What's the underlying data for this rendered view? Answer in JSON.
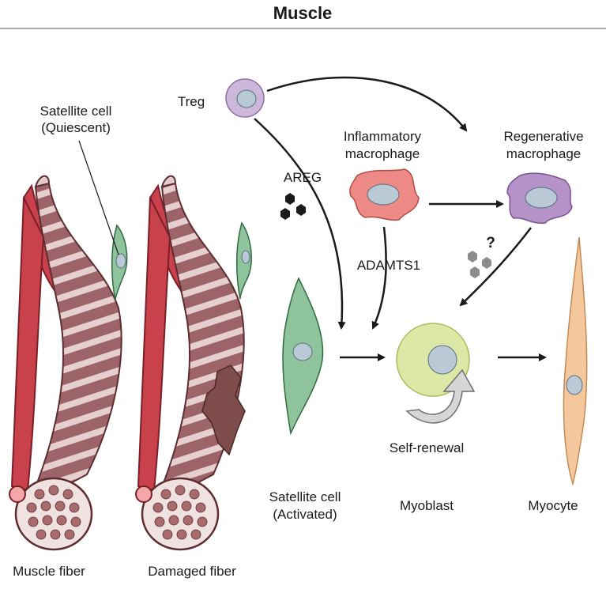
{
  "title": "Muscle",
  "labels": {
    "satellite_quiescent_1": "Satellite cell",
    "satellite_quiescent_2": "(Quiescent)",
    "treg": "Treg",
    "areg": "AREG",
    "inflammatory_1": "Inflammatory",
    "inflammatory_2": "macrophage",
    "regenerative_1": "Regenerative",
    "regenerative_2": "macrophage",
    "adamts1": "ADAMTS1",
    "question": "?",
    "self_renewal": "Self-renewal",
    "satellite_activated_1": "Satellite cell",
    "satellite_activated_2": "(Activated)",
    "myoblast": "Myoblast",
    "myocyte": "Myocyte",
    "muscle_fiber": "Muscle fiber",
    "damaged_fiber": "Damaged fiber"
  },
  "colors": {
    "vessel": "#c9414b",
    "fiber": "#9c6368",
    "fiber_light": "#e3cbcb",
    "treg": "#cdb8dc",
    "inflammatory": "#ee8a86",
    "regenerative": "#b593c9",
    "satellite": "#8fc39c",
    "myoblast": "#dce9a6",
    "myocyte": "#f4c79c",
    "nucleus": "#b9c9d6",
    "damage": "#7e4c4a"
  }
}
